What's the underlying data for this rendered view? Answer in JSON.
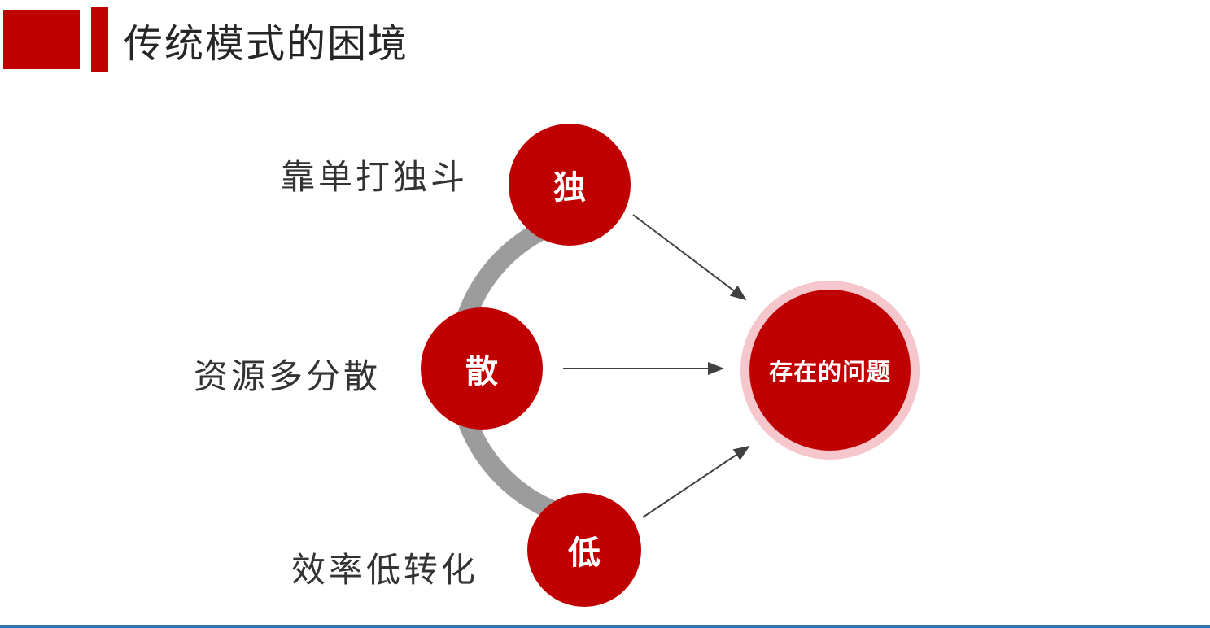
{
  "slide": {
    "title": "传统模式的困境",
    "nodes": [
      {
        "label": "独",
        "annotation": "靠单打独斗"
      },
      {
        "label": "散",
        "annotation": "资源多分散"
      },
      {
        "label": "低",
        "annotation": "效率低转化"
      }
    ],
    "result": {
      "label": "存在的问题"
    },
    "colors": {
      "primary_red": "#C00000",
      "halo_pink": "#F5C6CB",
      "arc_gray": "#9C9C9C",
      "arrow_dark": "#404040",
      "title_text": "#262626",
      "label_text": "#333333",
      "bottom_line_blue": "#2E75B6"
    }
  }
}
